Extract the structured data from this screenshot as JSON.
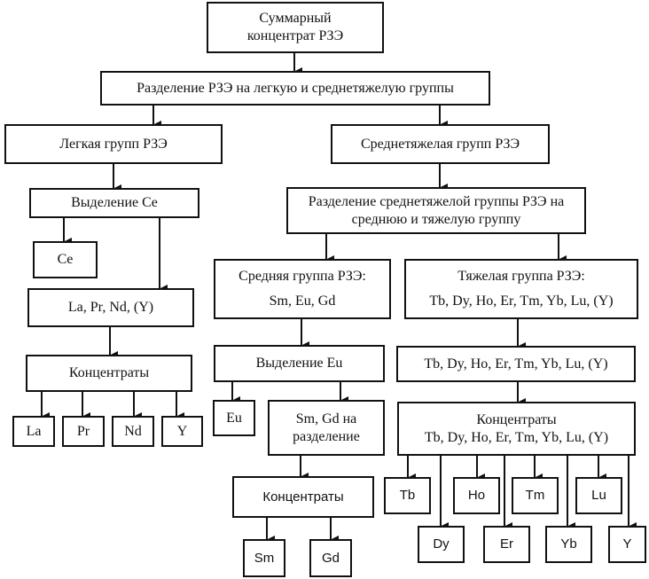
{
  "diagram": {
    "nodes": {
      "total": {
        "lines": [
          "Суммарный",
          "концентрат РЗЭ"
        ]
      },
      "split_main": {
        "lines": [
          "Разделение РЗЭ на легкую и среднетяжелую группы"
        ]
      },
      "light": {
        "lines": [
          "Легкая групп РЗЭ"
        ]
      },
      "midheavy": {
        "lines": [
          "Среднетяжелая групп РЗЭ"
        ]
      },
      "ce_extract": {
        "lines": [
          "Выделение Ce"
        ]
      },
      "ce": {
        "lines": [
          "Ce"
        ]
      },
      "la_pr_nd": {
        "lines": [
          "La, Pr, Nd, (Y)"
        ]
      },
      "light_conc": {
        "lines": [
          "Концентраты"
        ]
      },
      "la": {
        "lines": [
          "La"
        ]
      },
      "pr": {
        "lines": [
          "Pr"
        ]
      },
      "nd": {
        "lines": [
          "Nd"
        ]
      },
      "y_light": {
        "lines": [
          "Y"
        ]
      },
      "split_midheavy": {
        "lines": [
          "Разделение среднетяжелой группы РЗЭ на",
          "среднюю и тяжелую группу"
        ]
      },
      "middle": {
        "lines": [
          "Средняя группа РЗЭ:",
          "Sm, Eu, Gd"
        ]
      },
      "heavy": {
        "lines": [
          "Тяжелая группа РЗЭ:",
          "Tb, Dy, Ho, Er, Tm, Yb, Lu, (Y)"
        ]
      },
      "eu_extract": {
        "lines": [
          "Выделение Eu"
        ]
      },
      "eu": {
        "lines": [
          "Eu"
        ]
      },
      "sm_gd": {
        "lines": [
          "Sm, Gd на",
          "разделение"
        ]
      },
      "mid_conc": {
        "lines": [
          "Концентраты"
        ]
      },
      "sm": {
        "lines": [
          "Sm"
        ]
      },
      "gd": {
        "lines": [
          "Gd"
        ]
      },
      "heavy_list": {
        "lines": [
          "Tb, Dy, Ho, Er, Tm, Yb, Lu, (Y)"
        ]
      },
      "heavy_conc": {
        "lines": [
          "Концентраты",
          "Tb, Dy, Ho, Er, Tm, Yb, Lu, (Y)"
        ]
      },
      "tb": {
        "lines": [
          "Tb"
        ]
      },
      "dy": {
        "lines": [
          "Dy"
        ]
      },
      "ho": {
        "lines": [
          "Ho"
        ]
      },
      "er": {
        "lines": [
          "Er"
        ]
      },
      "tm": {
        "lines": [
          "Tm"
        ]
      },
      "yb": {
        "lines": [
          "Yb"
        ]
      },
      "lu": {
        "lines": [
          "Lu"
        ]
      },
      "y_heavy": {
        "lines": [
          "Y"
        ]
      }
    },
    "edges": [
      [
        "total",
        "split_main"
      ],
      [
        "split_main",
        "light"
      ],
      [
        "split_main",
        "midheavy"
      ],
      [
        "light",
        "ce_extract"
      ],
      [
        "ce_extract",
        "ce"
      ],
      [
        "ce_extract",
        "la_pr_nd"
      ],
      [
        "la_pr_nd",
        "light_conc"
      ],
      [
        "light_conc",
        "la"
      ],
      [
        "light_conc",
        "pr"
      ],
      [
        "light_conc",
        "nd"
      ],
      [
        "light_conc",
        "y_light"
      ],
      [
        "midheavy",
        "split_midheavy"
      ],
      [
        "split_midheavy",
        "middle"
      ],
      [
        "split_midheavy",
        "heavy"
      ],
      [
        "middle",
        "eu_extract"
      ],
      [
        "eu_extract",
        "eu"
      ],
      [
        "eu_extract",
        "sm_gd"
      ],
      [
        "sm_gd",
        "mid_conc"
      ],
      [
        "mid_conc",
        "sm"
      ],
      [
        "mid_conc",
        "gd"
      ],
      [
        "heavy",
        "heavy_list"
      ],
      [
        "heavy_list",
        "heavy_conc"
      ],
      [
        "heavy_conc",
        "tb"
      ],
      [
        "heavy_conc",
        "dy"
      ],
      [
        "heavy_conc",
        "ho"
      ],
      [
        "heavy_conc",
        "er"
      ],
      [
        "heavy_conc",
        "tm"
      ],
      [
        "heavy_conc",
        "yb"
      ],
      [
        "heavy_conc",
        "lu"
      ],
      [
        "heavy_conc",
        "y_heavy"
      ]
    ]
  }
}
